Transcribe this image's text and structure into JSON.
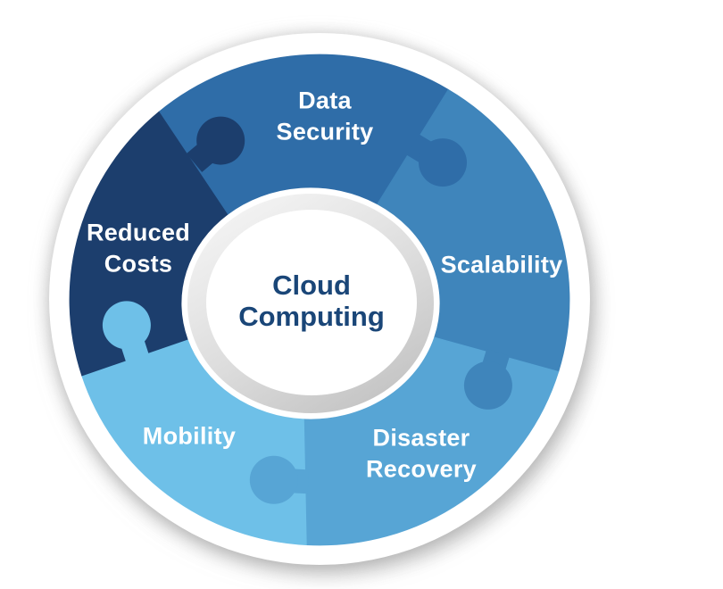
{
  "page": {
    "background": "#ffffff"
  },
  "diagram": {
    "type": "circular-puzzle-cycle",
    "center": {
      "label": "Cloud Computing",
      "text_color": "#1a4678"
    },
    "label_text_color": "#ffffff",
    "segments": [
      {
        "id": "data-security",
        "label": "Data Security",
        "color": "#2f6da8"
      },
      {
        "id": "scalability",
        "label": "Scalability",
        "color": "#3f85bb"
      },
      {
        "id": "disaster-recovery",
        "label": "Disaster Recovery",
        "color": "#57a5d5"
      },
      {
        "id": "mobility",
        "label": "Mobility",
        "color": "#6ec0e8"
      },
      {
        "id": "reduced-costs",
        "label": "Reduced Costs",
        "color": "#1c3e6d"
      }
    ]
  }
}
